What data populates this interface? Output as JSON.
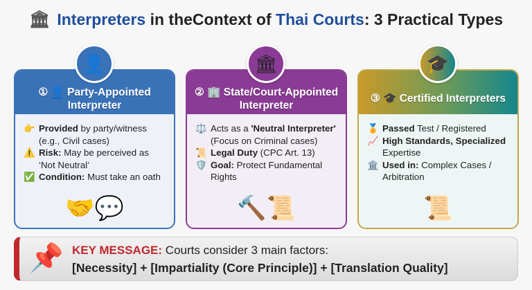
{
  "title": {
    "part1": "Interpreters",
    "part2": " in the",
    "part3": "Context of ",
    "part4": "Thai Courts",
    "part5": ": 3 Practical Types"
  },
  "cards": [
    {
      "heading": "① 👤 Party-Appointed Interpreter",
      "items": [
        {
          "icon": "👉",
          "bold": "Provided",
          "text": " by party/witness (e.g., Civil cases)"
        },
        {
          "icon": "⚠️",
          "bold": "Risk:",
          "text": " May be perceived as ‘Not Neutral’"
        },
        {
          "icon": "✅",
          "bold": "Condition:",
          "text": " Must take an oath"
        }
      ]
    },
    {
      "heading": "② 🏢 State/Court-Appointed Interpreter",
      "items": [
        {
          "icon": "⚖️",
          "pre": "Acts as a ",
          "bold": "'Neutral Interpreter'",
          "text": " (Focus on Criminal cases)"
        },
        {
          "icon": "📜",
          "bold": "Legal Duty",
          "text": " (CPC Art. 13)"
        },
        {
          "icon": "🛡️",
          "bold": "Goal:",
          "text": " Protect Fundamental Rights"
        }
      ]
    },
    {
      "heading": "③ 🎓 Certified Interpreters",
      "items": [
        {
          "icon": "🏅",
          "bold": "Passed",
          "text": " Test / Registered"
        },
        {
          "icon": "📈",
          "bold": "High Standards, Specialized",
          "text": " Expertise"
        },
        {
          "icon": "🏛️",
          "bold": "Used in:",
          "text": " Complex Cases / Arbitration"
        }
      ]
    }
  ],
  "key": {
    "label": "KEY MESSAGE:",
    "text": " Courts consider 3 main factors:",
    "factors": "[Necessity] + [Impartiality (Core Principle)] + [Translation Quality]"
  }
}
